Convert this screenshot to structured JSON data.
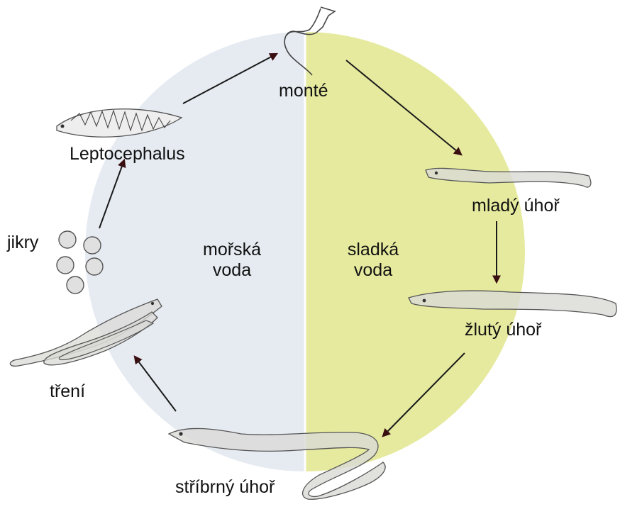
{
  "labels": {
    "monte": "monté",
    "mlady_uhor": "mladý úhoř",
    "zluty_uhor": "žlutý úhoř",
    "stribrny_uhor": "stříbrný úhoř",
    "treni": "tření",
    "jikry": "jikry",
    "leptocephalus": "Leptocephalus"
  },
  "zones": {
    "sea": {
      "line1": "mořská",
      "line2": "voda"
    },
    "fresh": {
      "line1": "sladká",
      "line2": "voda"
    }
  },
  "colors": {
    "sea_water": "#e6ebf2",
    "fresh_water": "#e6ea9e",
    "arrow": "#1a1a1a",
    "arrowhead": "#3a0f12",
    "eel_fill": "#d9d9d6",
    "eel_stroke": "#555555"
  }
}
